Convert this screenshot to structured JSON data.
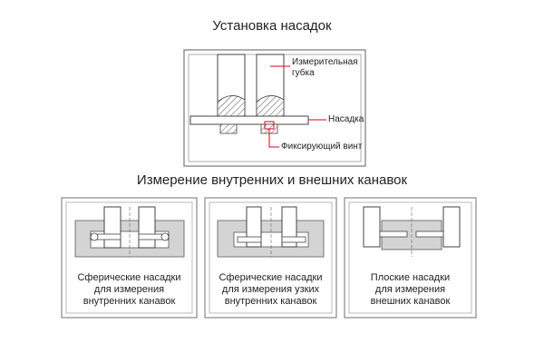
{
  "header": {
    "title": "Установка насадок"
  },
  "section": {
    "title": "Измерение внутренних и внешних канавок"
  },
  "diagram_labels": {
    "measuring_jaw_line1": "Измерительная",
    "measuring_jaw_line2": "губка",
    "attachment": "Насадка",
    "fixing_screw": "Фиксирующий винт"
  },
  "panels": [
    {
      "line1": "Сферические насадки",
      "line2": "для измерения",
      "line3": "внутренних канавок"
    },
    {
      "line1": "Сферические насадки",
      "line2": "для измерения узких",
      "line3": "внутренних канавок"
    },
    {
      "line1": "Плоские насадки",
      "line2": "для измерения",
      "line3": "внешних канавок"
    }
  ],
  "colors": {
    "accent": "#e0001b",
    "frame": "#888888",
    "fill_gray": "#d4d4d4",
    "jaw": "#ffffff"
  }
}
